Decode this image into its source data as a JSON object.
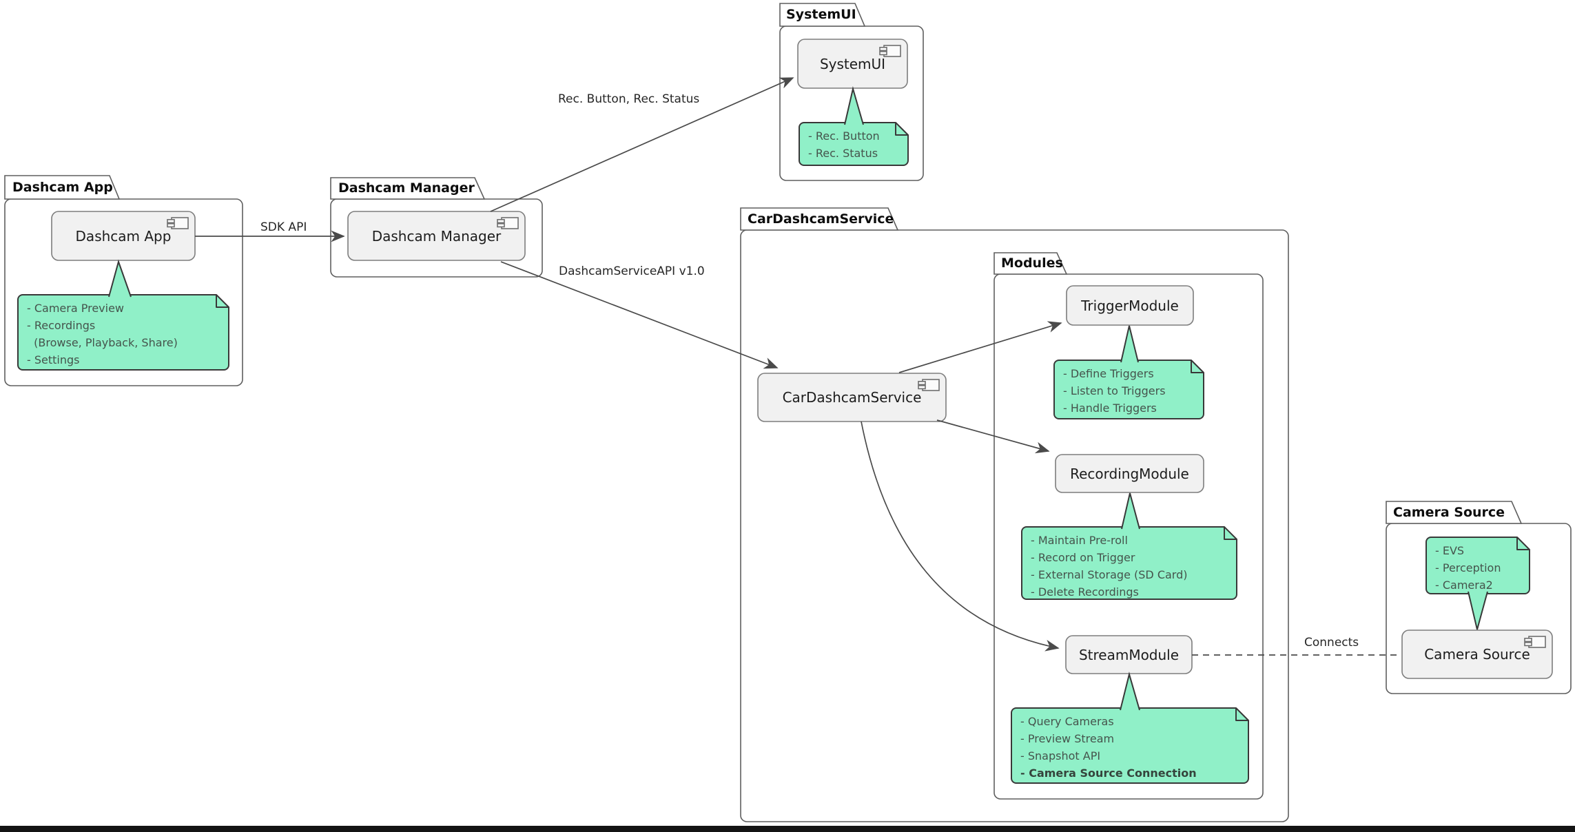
{
  "diagram": {
    "type": "uml-component-diagram",
    "colors": {
      "background": "#ffffff",
      "note_fill": "#90f0c8",
      "note_border": "#383838",
      "note_text": "#45544c",
      "component_fill": "#f1f1f1",
      "component_border": "#7d7d7d",
      "package_border": "#5e5e5e",
      "edge": "#4a4a4a",
      "bottom_bar": "#141414"
    },
    "packages": {
      "dashcam_app": {
        "title": "Dashcam App"
      },
      "dashcam_manager": {
        "title": "Dashcam Manager"
      },
      "systemui": {
        "title": "SystemUI"
      },
      "car_dashcam_service": {
        "title": "CarDashcamService"
      },
      "modules": {
        "title": "Modules"
      },
      "camera_source": {
        "title": "Camera Source"
      }
    },
    "components": {
      "dashcam_app": {
        "label": "Dashcam App"
      },
      "dashcam_manager": {
        "label": "Dashcam Manager"
      },
      "systemui": {
        "label": "SystemUI"
      },
      "car_dashcam_service": {
        "label": "CarDashcamService"
      },
      "trigger_module": {
        "label": "TriggerModule"
      },
      "recording_module": {
        "label": "RecordingModule"
      },
      "stream_module": {
        "label": "StreamModule"
      },
      "camera_source": {
        "label": "Camera Source"
      }
    },
    "notes": {
      "dashcam_app": {
        "attached_to": "dashcam_app",
        "lines": [
          "- Camera Preview",
          "- Recordings",
          "  (Browse, Playback, Share)",
          "- Settings"
        ]
      },
      "systemui": {
        "attached_to": "systemui",
        "lines": [
          "- Rec. Button",
          "- Rec. Status"
        ]
      },
      "trigger_module": {
        "attached_to": "trigger_module",
        "lines": [
          "- Define Triggers",
          "- Listen to Triggers",
          "- Handle Triggers"
        ]
      },
      "recording_module": {
        "attached_to": "recording_module",
        "lines": [
          "- Maintain Pre-roll",
          "- Record on Trigger",
          "- External Storage (SD Card)",
          "- Delete Recordings"
        ]
      },
      "stream_module": {
        "attached_to": "stream_module",
        "lines": [
          "- Query Cameras",
          "- Preview Stream",
          "- Snapshot API",
          "- Camera Source Connection"
        ],
        "bold_line_index": 3
      },
      "camera_source": {
        "attached_to": "camera_source",
        "lines": [
          "- EVS",
          "- Perception",
          "- Camera2"
        ]
      }
    },
    "edges": {
      "sdk_api": {
        "label": "SDK API",
        "from": "dashcam_app",
        "to": "dashcam_manager",
        "style": "solid-arrow"
      },
      "rec_ui": {
        "label": "Rec. Button, Rec. Status",
        "from": "dashcam_manager",
        "to": "systemui",
        "style": "solid-arrow"
      },
      "service_api": {
        "label": "DashcamServiceAPI v1.0",
        "from": "dashcam_manager",
        "to": "car_dashcam_service",
        "style": "solid-arrow"
      },
      "to_trigger": {
        "label": "",
        "from": "car_dashcam_service",
        "to": "trigger_module",
        "style": "solid-arrow"
      },
      "to_recording": {
        "label": "",
        "from": "car_dashcam_service",
        "to": "recording_module",
        "style": "solid-arrow"
      },
      "to_stream": {
        "label": "",
        "from": "car_dashcam_service",
        "to": "stream_module",
        "style": "solid-arrow-curved"
      },
      "connects": {
        "label": "Connects",
        "from": "stream_module",
        "to": "camera_source",
        "style": "dashed"
      }
    }
  }
}
